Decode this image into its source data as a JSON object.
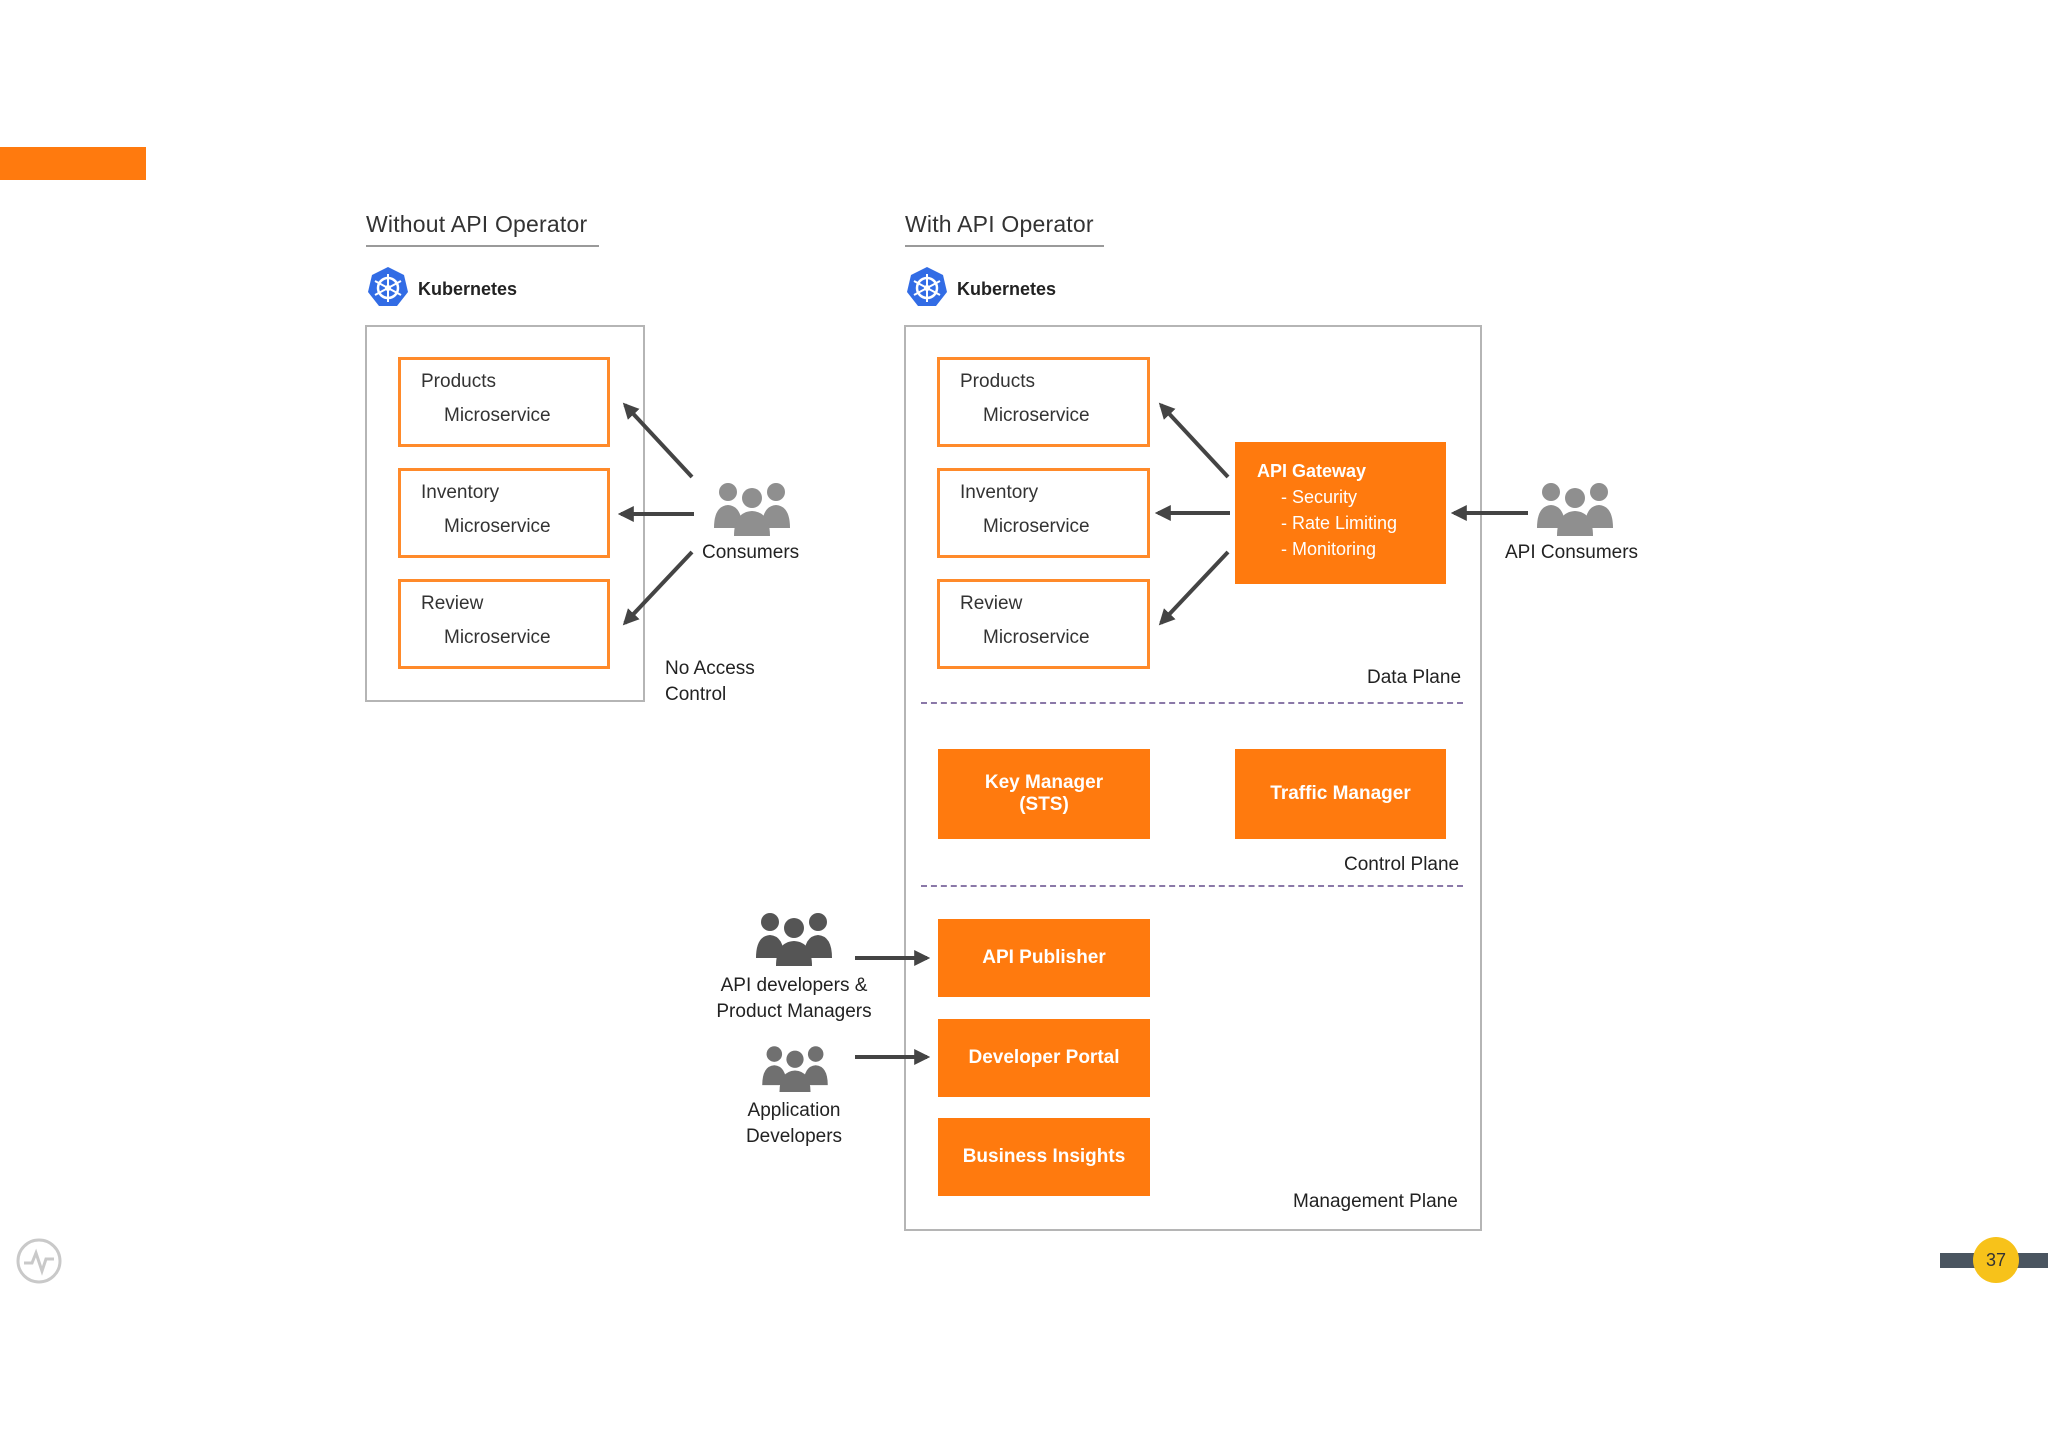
{
  "colors": {
    "accent": "#ff7a0e",
    "box_border": "#ff8a2a",
    "frame": "#b5b5b5",
    "arrow": "#444444",
    "people": "#8f8f8f",
    "people_dark": "#555555",
    "k8s_blue": "#326ce5",
    "page_badge": "#f7c21a",
    "dash": "#8a78a8"
  },
  "left": {
    "heading": "Without API Operator",
    "k8s_label": "Kubernetes",
    "services": [
      {
        "line1": "Products",
        "line2": "Microservice"
      },
      {
        "line1": "Inventory",
        "line2": "Microservice"
      },
      {
        "line1": "Review",
        "line2": "Microservice"
      }
    ],
    "consumers_label": "Consumers",
    "no_access_line1": "No Access",
    "no_access_line2": "Control"
  },
  "right": {
    "heading": "With API Operator",
    "k8s_label": "Kubernetes",
    "services": [
      {
        "line1": "Products",
        "line2": "Microservice"
      },
      {
        "line1": "Inventory",
        "line2": "Microservice"
      },
      {
        "line1": "Review",
        "line2": "Microservice"
      }
    ],
    "gateway": {
      "title": "API Gateway",
      "items": [
        "- Security",
        "- Rate Limiting",
        "- Monitoring"
      ]
    },
    "api_consumers_label": "API Consumers",
    "data_plane": "Data Plane",
    "key_manager_line1": "Key Manager",
    "key_manager_line2": "(STS)",
    "traffic_manager": "Traffic Manager",
    "control_plane": "Control Plane",
    "api_publisher": "API Publisher",
    "developer_portal": "Developer Portal",
    "business_insights": "Business Insights",
    "management_plane": "Management Plane",
    "api_devs_line1": "API developers &",
    "api_devs_line2": "Product Managers",
    "app_devs_line1": "Application",
    "app_devs_line2": "Developers"
  },
  "footer": {
    "page_number": "37"
  },
  "icons": [
    "kubernetes-icon",
    "people-icon",
    "people-dark-icon",
    "activity-logo-icon"
  ]
}
